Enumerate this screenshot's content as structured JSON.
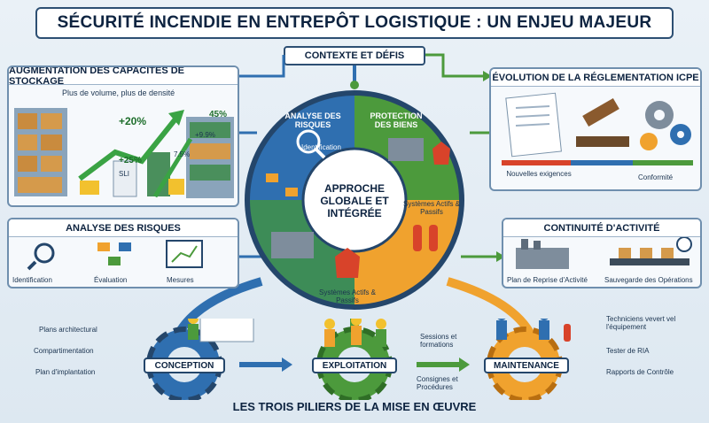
{
  "title": "SÉCURITÉ INCENDIE EN ENTREPÔT LOGISTIQUE : UN ENJEU MAJEUR",
  "context": "CONTEXTE ET DÉFIS",
  "storage": {
    "header": "AUGMENTATION DES CAPACITÉS DE STOCKAGE",
    "subtitle": "Plus de volume, plus de densité",
    "pct_20": "+20%",
    "pct_25": "+25%",
    "pct_45": "45%",
    "pct_9": "+9.9%",
    "pct_7": "7.5%",
    "box_label": "SLI"
  },
  "regulation": {
    "header": "ÉVOLUTION DE LA RÉGLEMENTATION ICPE",
    "label_left": "Nouvelles exigences",
    "label_right": "Conformité"
  },
  "risk": {
    "header": "ANALYSE DES RISQUES",
    "items": [
      "Identification",
      "Évaluation",
      "Mesures"
    ]
  },
  "continuity": {
    "header": "CONTINUITÉ D'ACTIVITÉ",
    "label_left": "Plan de Reprise d'Activité",
    "label_right": "Sauvegarde des Opérations"
  },
  "circle": {
    "center": "APPROCHE GLOBALE ET INTÉGRÉE",
    "seg_risk": "ANALYSE DES RISQUES",
    "seg_risk_sub": "Identification",
    "seg_protect": "PROTECTION DES BIENS",
    "seg_systems": "Systèmes Actifs & Passifs",
    "seg_systems_2": "Systèmes Actifs & Passifs"
  },
  "conception": {
    "label": "CONCEPTION",
    "items": [
      "Plans architectural",
      "Compartimentation",
      "Plan d'implantation"
    ]
  },
  "exploitation": {
    "label": "EXPLOITATION",
    "items": [
      "Sessions et formations",
      "Consignes et Procédures"
    ]
  },
  "maintenance": {
    "label": "MAINTENANCE",
    "items": [
      "Techniciens vevert vel l'équipement",
      "Tester de RIA",
      "Rapports de Contrôle"
    ]
  },
  "bottom_title": "LES TROIS PILIERS DE LA MISE EN ŒUVRE",
  "colors": {
    "navy": "#24466b",
    "blue": "#2f6fb0",
    "green": "#4c9a3c",
    "orange": "#f0a22e",
    "red": "#d8432a"
  }
}
